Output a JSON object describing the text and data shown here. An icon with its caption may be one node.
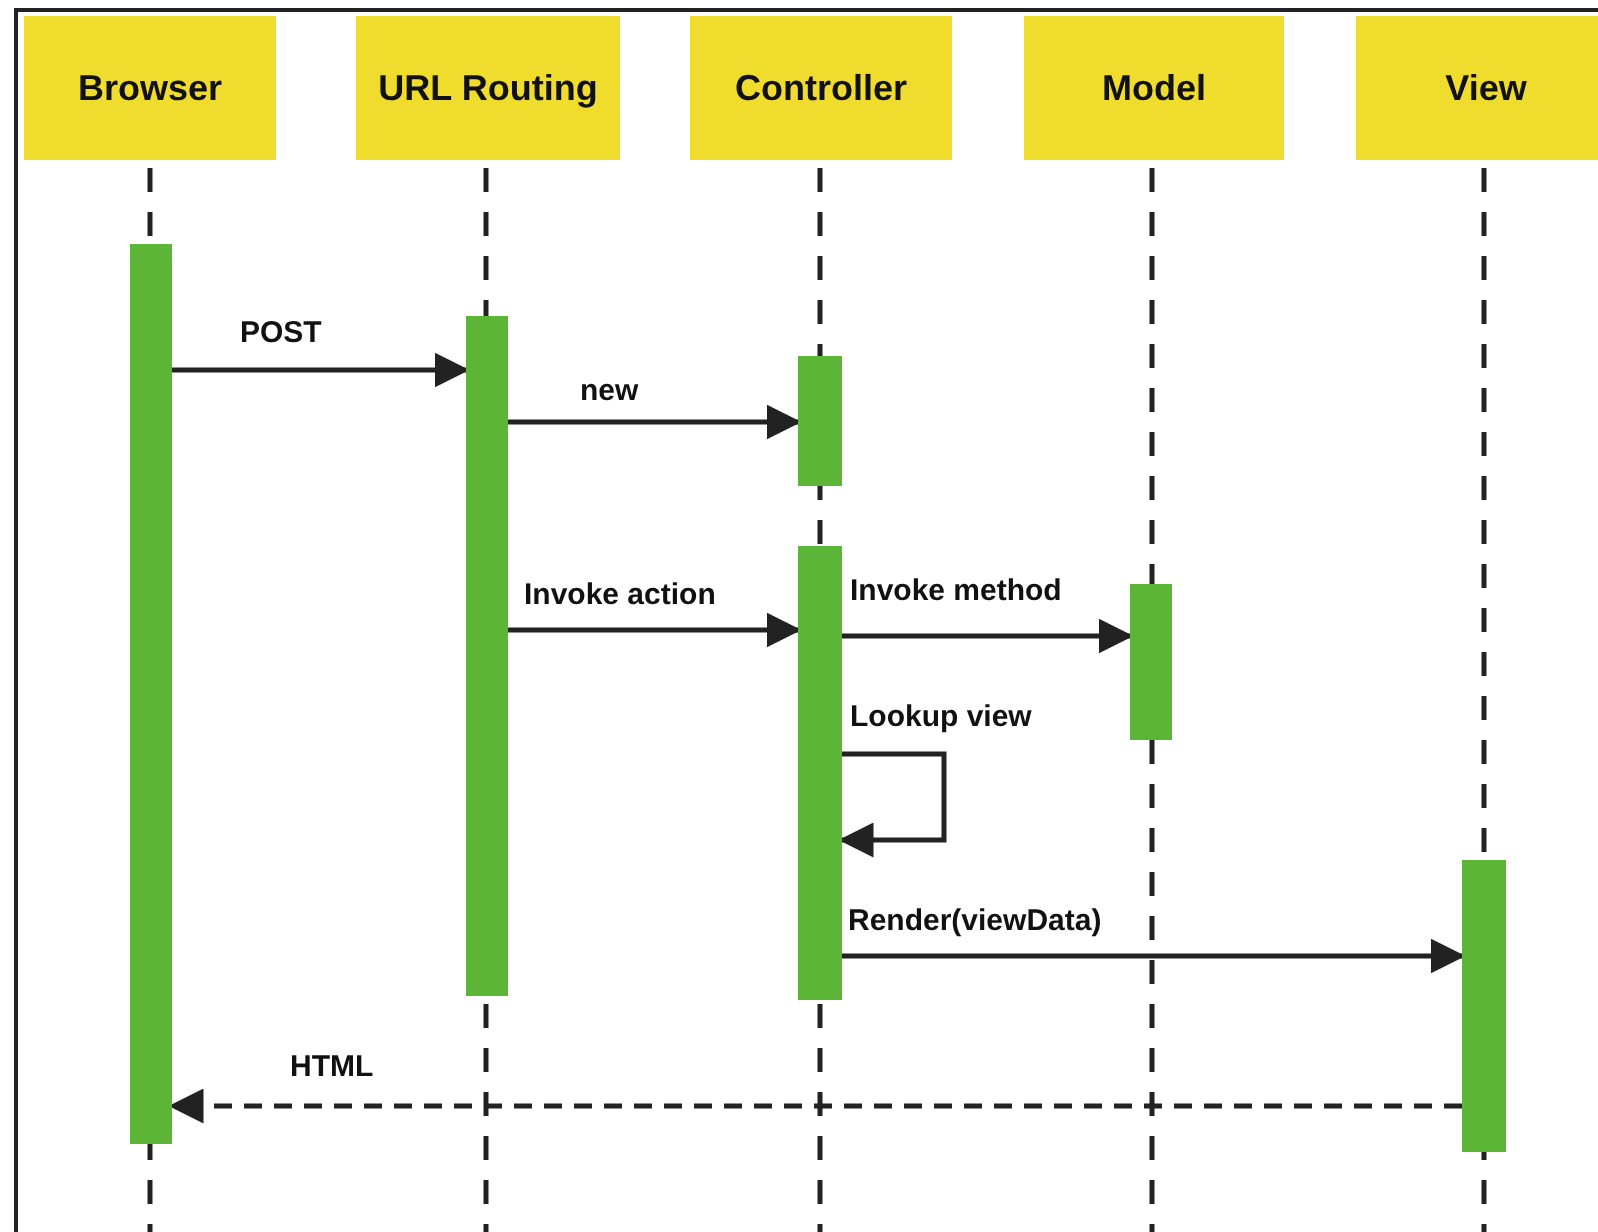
{
  "diagram": {
    "nodes": [
      {
        "text": [
          "Browser"
        ]
      },
      {
        "text": [
          "URL Routing"
        ]
      },
      {
        "text": [
          "Controller"
        ]
      },
      {
        "text": [
          "Model"
        ]
      },
      {
        "text": [
          "View"
        ]
      },
      {
        "text": [],
        "shape": "bar"
      },
      {
        "text": [],
        "shape": "bar"
      },
      {
        "text": [],
        "shape": "bar"
      },
      {
        "text": [],
        "shape": "bar"
      },
      {
        "text": [],
        "shape": "bar"
      },
      {
        "text": [],
        "shape": "bar"
      }
    ],
    "edges": [
      {
        "from": 5,
        "to": 6,
        "arrow": "to",
        "label": "POST"
      },
      {
        "from": 6,
        "to": 7,
        "arrow": "to",
        "label": "new"
      },
      {
        "from": 6,
        "to": 8,
        "arrow": "to",
        "label": "Invoke action"
      },
      {
        "from": 8,
        "to": 9,
        "arrow": "to",
        "label": "Invoke method"
      },
      {
        "from": 8,
        "to": 8,
        "arrow": "to",
        "label": "Lookup view"
      },
      {
        "from": 8,
        "to": 10,
        "arrow": "to",
        "label": "Render(viewData)"
      },
      {
        "from": 10,
        "to": 5,
        "arrow": "to",
        "label": "HTML",
        "style": "dashed"
      }
    ]
  }
}
